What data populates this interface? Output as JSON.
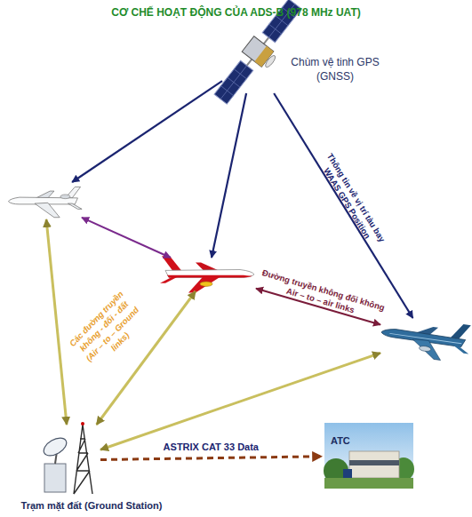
{
  "diagram": {
    "title": "CƠ CHẾ HOẠT ĐỘNG CỦA ADS-B (978 MHz UAT)",
    "nodes": [
      {
        "text": [
          "Chùm vệ tinh GPS (GNSS)"
        ]
      },
      {
        "text": []
      },
      {
        "text": []
      },
      {
        "text": []
      },
      {
        "text": [
          "Trạm mặt đất (Ground Station)"
        ]
      },
      {
        "text": [
          "ATC"
        ]
      }
    ],
    "edges": [
      {
        "from": 0,
        "to": 1,
        "arrow": "to"
      },
      {
        "from": 0,
        "to": 2,
        "arrow": "to"
      },
      {
        "from": 0,
        "to": 3,
        "arrow": "to",
        "label": "Thông tin về vị trí tàu bay WAAS GPS Position"
      },
      {
        "from": 1,
        "to": 2,
        "arrow": "both"
      },
      {
        "from": 2,
        "to": 3,
        "arrow": "both",
        "label": "Đường truyền không đối không Air – to – air links"
      },
      {
        "from": 1,
        "to": 4,
        "arrow": "both"
      },
      {
        "from": 2,
        "to": 4,
        "arrow": "both"
      },
      {
        "from": 3,
        "to": 4,
        "arrow": "both"
      },
      {
        "from": 4,
        "to": 5,
        "arrow": "to",
        "label": "ASTRIX CAT 33 Data"
      }
    ],
    "labels": [
      "Các đường truyền không - đối - đất (Air – to – Ground links)"
    ]
  }
}
